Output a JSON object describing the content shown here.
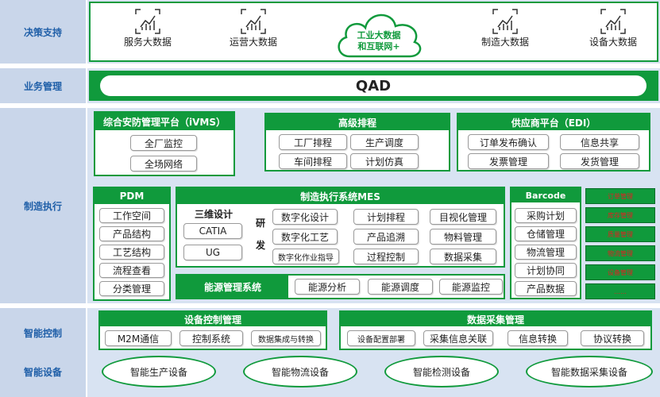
{
  "rows": {
    "decision": "决策支持",
    "business": "业务管理",
    "execution": "制造执行",
    "control": "智能控制",
    "device": "智能设备"
  },
  "decision": {
    "items": [
      "服务大数据",
      "运营大数据",
      "制造大数据",
      "设备大数据"
    ],
    "cloud_line1": "工业大数据",
    "cloud_line2": "和互联网+"
  },
  "business": {
    "qad": "QAD"
  },
  "ivms": {
    "title": "综合安防管理平台（iVMS）",
    "items": [
      "全厂监控",
      "全场网络"
    ]
  },
  "aps": {
    "title": "高级排程",
    "items": [
      "工厂排程",
      "生产调度",
      "车间排程",
      "计划仿真"
    ]
  },
  "edi": {
    "title": "供应商平台（EDI）",
    "items": [
      "订单发布确认",
      "信息共享",
      "发票管理",
      "发货管理"
    ]
  },
  "pdm": {
    "title": "PDM",
    "items": [
      "工作空间",
      "产品结构",
      "工艺结构",
      "流程查看",
      "分类管理"
    ]
  },
  "mes": {
    "title": "制造执行系统MES",
    "design_title": "三维设计",
    "design_items": [
      "CATIA",
      "UG"
    ],
    "rd_line1": "研",
    "rd_line2": "发",
    "items": [
      "数字化设计",
      "数字化工艺",
      "数字化作业指导",
      "计划排程",
      "产品追溯",
      "过程控制",
      "目视化管理",
      "物料管理",
      "数据采集"
    ]
  },
  "energy": {
    "title": "能源管理系统",
    "items": [
      "能源分析",
      "能源调度",
      "能源监控"
    ]
  },
  "barcode": {
    "title": "Barcode",
    "items": [
      "采购计划",
      "仓储管理",
      "物流管理",
      "计划协同",
      "产品数据"
    ]
  },
  "red_boxes": [
    "订单管理",
    "库存管理",
    "质量管理",
    "物流管理",
    "设备管理",
    "……"
  ],
  "device_ctrl": {
    "title": "设备控制管理",
    "items": [
      "M2M通信",
      "控制系统",
      "数据集成与转换"
    ]
  },
  "data_collect": {
    "title": "数据采集管理",
    "items": [
      "设备配置部署",
      "采集信息关联",
      "信息转换",
      "协议转换"
    ]
  },
  "devices": [
    "智能生产设备",
    "智能物流设备",
    "智能检测设备",
    "智能数据采集设备"
  ],
  "colors": {
    "green": "#109a3c",
    "band": "#d8e3f2",
    "label": "#1f5fa8"
  }
}
